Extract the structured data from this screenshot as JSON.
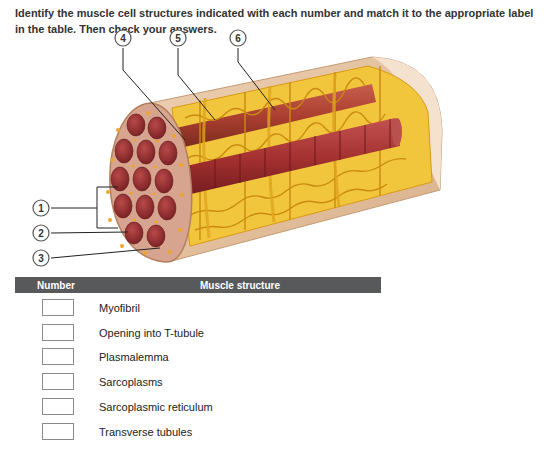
{
  "diagram": {
    "title": "Identify the muscle cell structures indicated with each number and match it to the appropriate label in the table. Then check your answers.",
    "nodes": [
      {
        "text": [
          "4"
        ]
      },
      {
        "text": [
          "5"
        ]
      },
      {
        "text": [
          "6"
        ]
      },
      {
        "text": [
          "1"
        ]
      },
      {
        "text": [
          "2"
        ]
      },
      {
        "text": [
          "3"
        ]
      }
    ],
    "labels": [
      "Number",
      "Muscle structure",
      "Myofibril",
      "Opening into T-tubule",
      "Plasmalemma",
      "Sarcoplasms",
      "Sarcoplasmic reticulum",
      "Transverse tubules"
    ]
  }
}
